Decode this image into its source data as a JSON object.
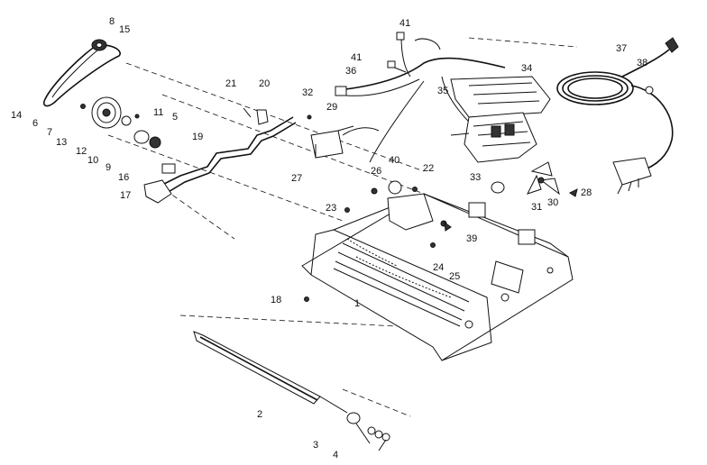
{
  "labels": [
    {
      "id": "8",
      "text": "8"
    },
    {
      "id": "15",
      "text": "15"
    },
    {
      "id": "14",
      "text": "14"
    },
    {
      "id": "6",
      "text": "6"
    },
    {
      "id": "7",
      "text": "7"
    },
    {
      "id": "13",
      "text": "13"
    },
    {
      "id": "12",
      "text": "12"
    },
    {
      "id": "10",
      "text": "10"
    },
    {
      "id": "9",
      "text": "9"
    },
    {
      "id": "16",
      "text": "16"
    },
    {
      "id": "17",
      "text": "17"
    },
    {
      "id": "11",
      "text": "11"
    },
    {
      "id": "5",
      "text": "5"
    },
    {
      "id": "19",
      "text": "19"
    },
    {
      "id": "21",
      "text": "21"
    },
    {
      "id": "20",
      "text": "20"
    },
    {
      "id": "32",
      "text": "32"
    },
    {
      "id": "29",
      "text": "29"
    },
    {
      "id": "36",
      "text": "36"
    },
    {
      "id": "41a",
      "text": "41"
    },
    {
      "id": "41b",
      "text": "41"
    },
    {
      "id": "35",
      "text": "35"
    },
    {
      "id": "34",
      "text": "34"
    },
    {
      "id": "37",
      "text": "37"
    },
    {
      "id": "38",
      "text": "38"
    },
    {
      "id": "27",
      "text": "27"
    },
    {
      "id": "26",
      "text": "26"
    },
    {
      "id": "40",
      "text": "40"
    },
    {
      "id": "22",
      "text": "22"
    },
    {
      "id": "33",
      "text": "33"
    },
    {
      "id": "28",
      "text": "28"
    },
    {
      "id": "30",
      "text": "30"
    },
    {
      "id": "31",
      "text": "31"
    },
    {
      "id": "23",
      "text": "23"
    },
    {
      "id": "39",
      "text": "39"
    },
    {
      "id": "24",
      "text": "24"
    },
    {
      "id": "25",
      "text": "25"
    },
    {
      "id": "18",
      "text": "18"
    },
    {
      "id": "1",
      "text": "1"
    },
    {
      "id": "2",
      "text": "2"
    },
    {
      "id": "3",
      "text": "3"
    },
    {
      "id": "4",
      "text": "4"
    }
  ]
}
